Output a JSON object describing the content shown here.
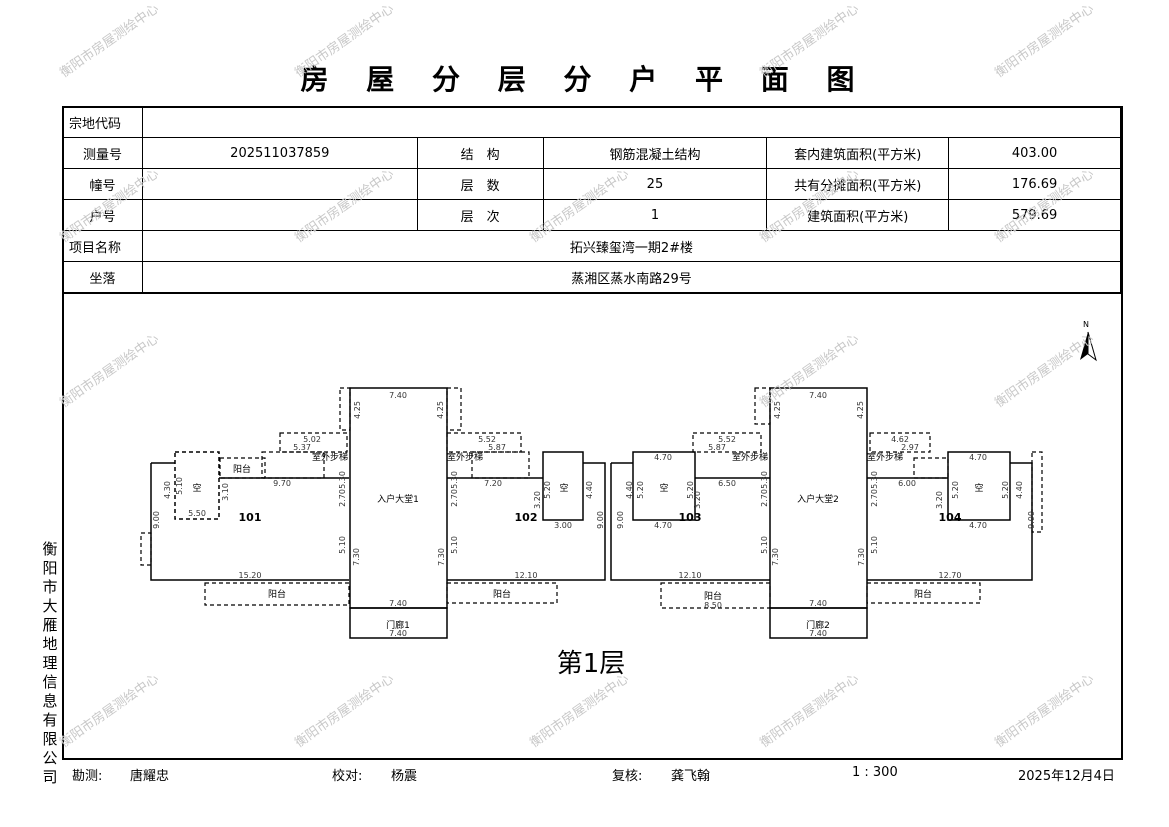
{
  "title": "房 屋 分 层 分 户 平 面 图",
  "info": {
    "parcel_code_label": "宗地代码",
    "parcel_code": "",
    "survey_no_label": "测量号",
    "survey_no": "202511037859",
    "structure_label": "结　构",
    "structure": "钢筋混凝土结构",
    "inner_area_label": "套内建筑面积(平方米)",
    "inner_area": "403.00",
    "building_no_label": "幢号",
    "building_no": "",
    "floors_label": "层　数",
    "floors": "25",
    "shared_area_label": "共有分摊面积(平方米)",
    "shared_area": "176.69",
    "unit_no_label": "户号",
    "unit_no": "",
    "floor_label": "层　次",
    "floor": "1",
    "building_area_label": "建筑面积(平方米)",
    "building_area": "579.69",
    "project_label": "项目名称",
    "project": "拓兴臻玺湾一期2#楼",
    "location_label": "坐落",
    "location": "蒸湘区蒸水南路29号"
  },
  "plan": {
    "floor_title": "第1层",
    "north": "N",
    "units": [
      "101",
      "102",
      "103",
      "104"
    ],
    "lobby1": "入户大堂1",
    "lobby2": "入户大堂2",
    "porch1": "门廊1",
    "porch2": "门廊2",
    "void": "空",
    "balcony": "阳台",
    "stairs": "室外步梯",
    "dims": {
      "d740": "7.40",
      "d425": "4.25",
      "d530": "5.30",
      "d270": "2.70",
      "d730": "7.30",
      "d510": "5.10",
      "d1520": "15.20",
      "d1210": "12.10",
      "d1270": "12.70",
      "d900": "9.00",
      "d430": "4.30",
      "d440": "4.40",
      "d550": "5.50",
      "d300": "3.00",
      "d470": "4.70",
      "d520": "5.20",
      "d320": "3.20",
      "d310": "3.10",
      "d502": "5.02",
      "d552": "5.52",
      "d537": "5.37",
      "d587": "5.87",
      "d462": "4.62",
      "d297": "2.97",
      "d970": "9.70",
      "d720": "7.20",
      "d650": "6.50",
      "d600": "6.00",
      "d850": "8.50"
    }
  },
  "side_company": "衡阳市大雁地理信息有限公司",
  "watermark": "衡阳市房屋测绘中心",
  "footer": {
    "surveyor_label": "勘测:",
    "surveyor": "唐耀忠",
    "checker_label": "校对:",
    "checker": "杨震",
    "reviewer_label": "复核:",
    "reviewer": "龚飞翰",
    "scale": "1 : 300",
    "date": "2025年12月4日"
  }
}
